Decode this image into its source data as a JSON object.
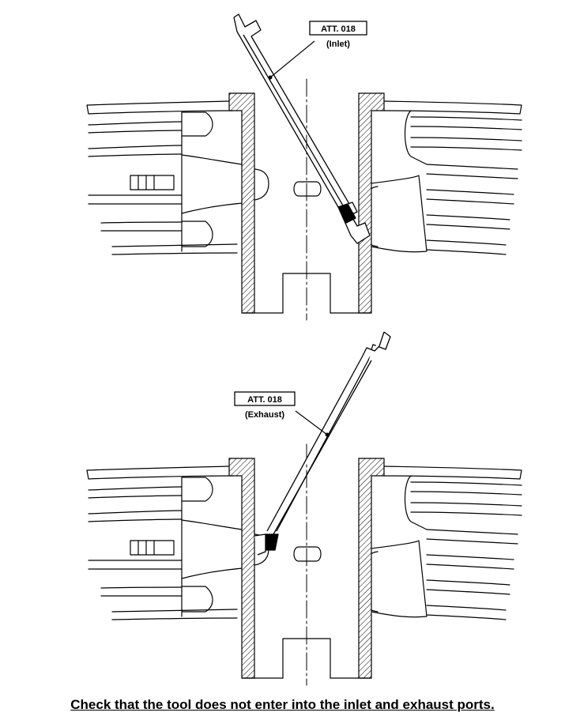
{
  "diagrams": {
    "top": {
      "tool_label": "ATT. 018",
      "port_label": "(Inlet)"
    },
    "bottom": {
      "tool_label": "ATT. 018",
      "port_label": "(Exhaust)"
    }
  },
  "caption": "Check that the tool does not enter into the inlet and exhaust ports.",
  "colors": {
    "ink": "#000000",
    "paper": "#ffffff",
    "tool_tip": "#000000"
  }
}
